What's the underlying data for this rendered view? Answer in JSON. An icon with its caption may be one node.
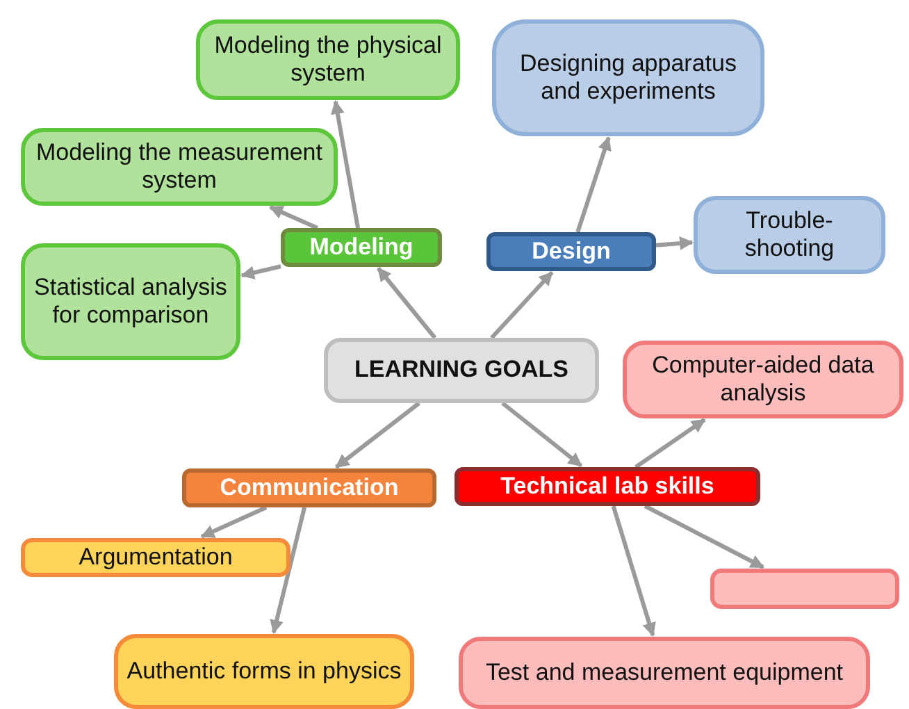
{
  "diagram": {
    "nodes": [
      {
        "text": [
          "LEARNING GOALS"
        ]
      },
      {
        "text": [
          "Modeling"
        ]
      },
      {
        "text": [
          "Modeling the physical system"
        ]
      },
      {
        "text": [
          "Modeling the measurement system"
        ]
      },
      {
        "text": [
          "Statistical analysis for comparison"
        ]
      },
      {
        "text": [
          "Design"
        ]
      },
      {
        "text": [
          "Designing apparatus and experiments"
        ]
      },
      {
        "text": [
          "Trouble-shooting"
        ]
      },
      {
        "text": [
          "Communication"
        ]
      },
      {
        "text": [
          "Argumentation"
        ]
      },
      {
        "text": [
          "Authentic forms in physics"
        ]
      },
      {
        "text": [
          "Technical lab skills"
        ]
      },
      {
        "text": [
          "Computer-aided data analysis"
        ]
      },
      {
        "text": [],
        "shape": "box"
      },
      {
        "text": [
          "Test and measurement equipment"
        ]
      }
    ],
    "edges": [
      {
        "from": 0,
        "to": 1,
        "arrow": "to"
      },
      {
        "from": 0,
        "to": 5,
        "arrow": "to"
      },
      {
        "from": 0,
        "to": 8,
        "arrow": "to"
      },
      {
        "from": 0,
        "to": 11,
        "arrow": "to"
      },
      {
        "from": 1,
        "to": 2,
        "arrow": "to"
      },
      {
        "from": 1,
        "to": 3,
        "arrow": "to"
      },
      {
        "from": 1,
        "to": 4,
        "arrow": "to"
      },
      {
        "from": 5,
        "to": 6,
        "arrow": "to"
      },
      {
        "from": 5,
        "to": 7,
        "arrow": "to"
      },
      {
        "from": 8,
        "to": 9,
        "arrow": "to"
      },
      {
        "from": 8,
        "to": 10,
        "arrow": "to"
      },
      {
        "from": 11,
        "to": 12,
        "arrow": "to"
      },
      {
        "from": 11,
        "to": 13,
        "arrow": "to"
      },
      {
        "from": 11,
        "to": 14,
        "arrow": "to"
      }
    ]
  }
}
